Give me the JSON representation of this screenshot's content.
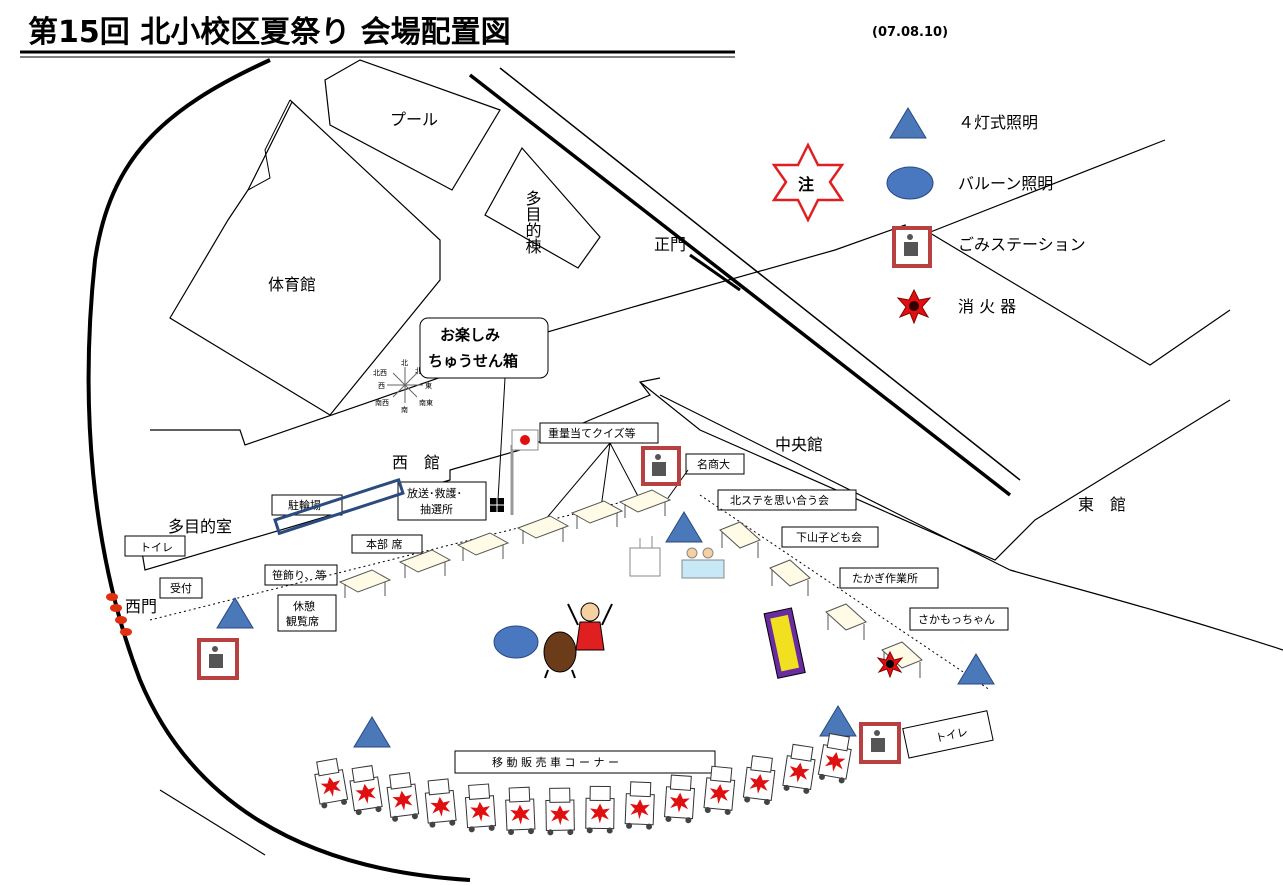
{
  "title": "第15回 北小校区夏祭り 会場配置図",
  "date": "(07.08.10)",
  "legend": {
    "lighting4": "４灯式照明",
    "balloon": "バルーン照明",
    "trash": "ごみステーション",
    "extinguisher": "消 火 器",
    "note_badge": "注"
  },
  "buildings": {
    "pool": "プール",
    "gym": "体育館",
    "multi_building": "多目的棟",
    "main_gate": "正門",
    "west_building": "西　館",
    "central_building": "中央館",
    "east_building": "東　館",
    "multi_room": "多目的室",
    "west_gate": "西門"
  },
  "callouts": {
    "lottery_box_line1": "お楽しみ",
    "lottery_box_line2": "ちゅうせん箱",
    "weight_quiz": "重量当てクイズ等",
    "meishoudai": "名商大",
    "broadcast_line1": "放送･救護･",
    "broadcast_line2": "抽選所",
    "bike_parking": "駐輪場",
    "toilet_west": "トイレ",
    "hq": "本部 席",
    "decorations": "笹飾り、等",
    "reception": "受付",
    "rest_line1": "休憩",
    "rest_line2": "観覧席",
    "kitaste": "北ステを思い合う会",
    "shimoyama": "下山子ども会",
    "takagi": "たかぎ作業所",
    "sakamocchan": "さかもっちゃん",
    "toilet_east": "トイレ",
    "food_truck_corner": "移 動 販 売 車 コ ー ナ ー"
  },
  "compass": {
    "n": "北",
    "s": "南",
    "e": "東",
    "w": "西",
    "nw": "北西",
    "ne": "北東",
    "sw": "南西",
    "se": "南東"
  },
  "colors": {
    "triangle_fill": "#4a78b8",
    "balloon_fill": "#4a78c0",
    "trash_border": "#b84040",
    "burst_red": "#e01010",
    "star_red": "#e02020"
  }
}
